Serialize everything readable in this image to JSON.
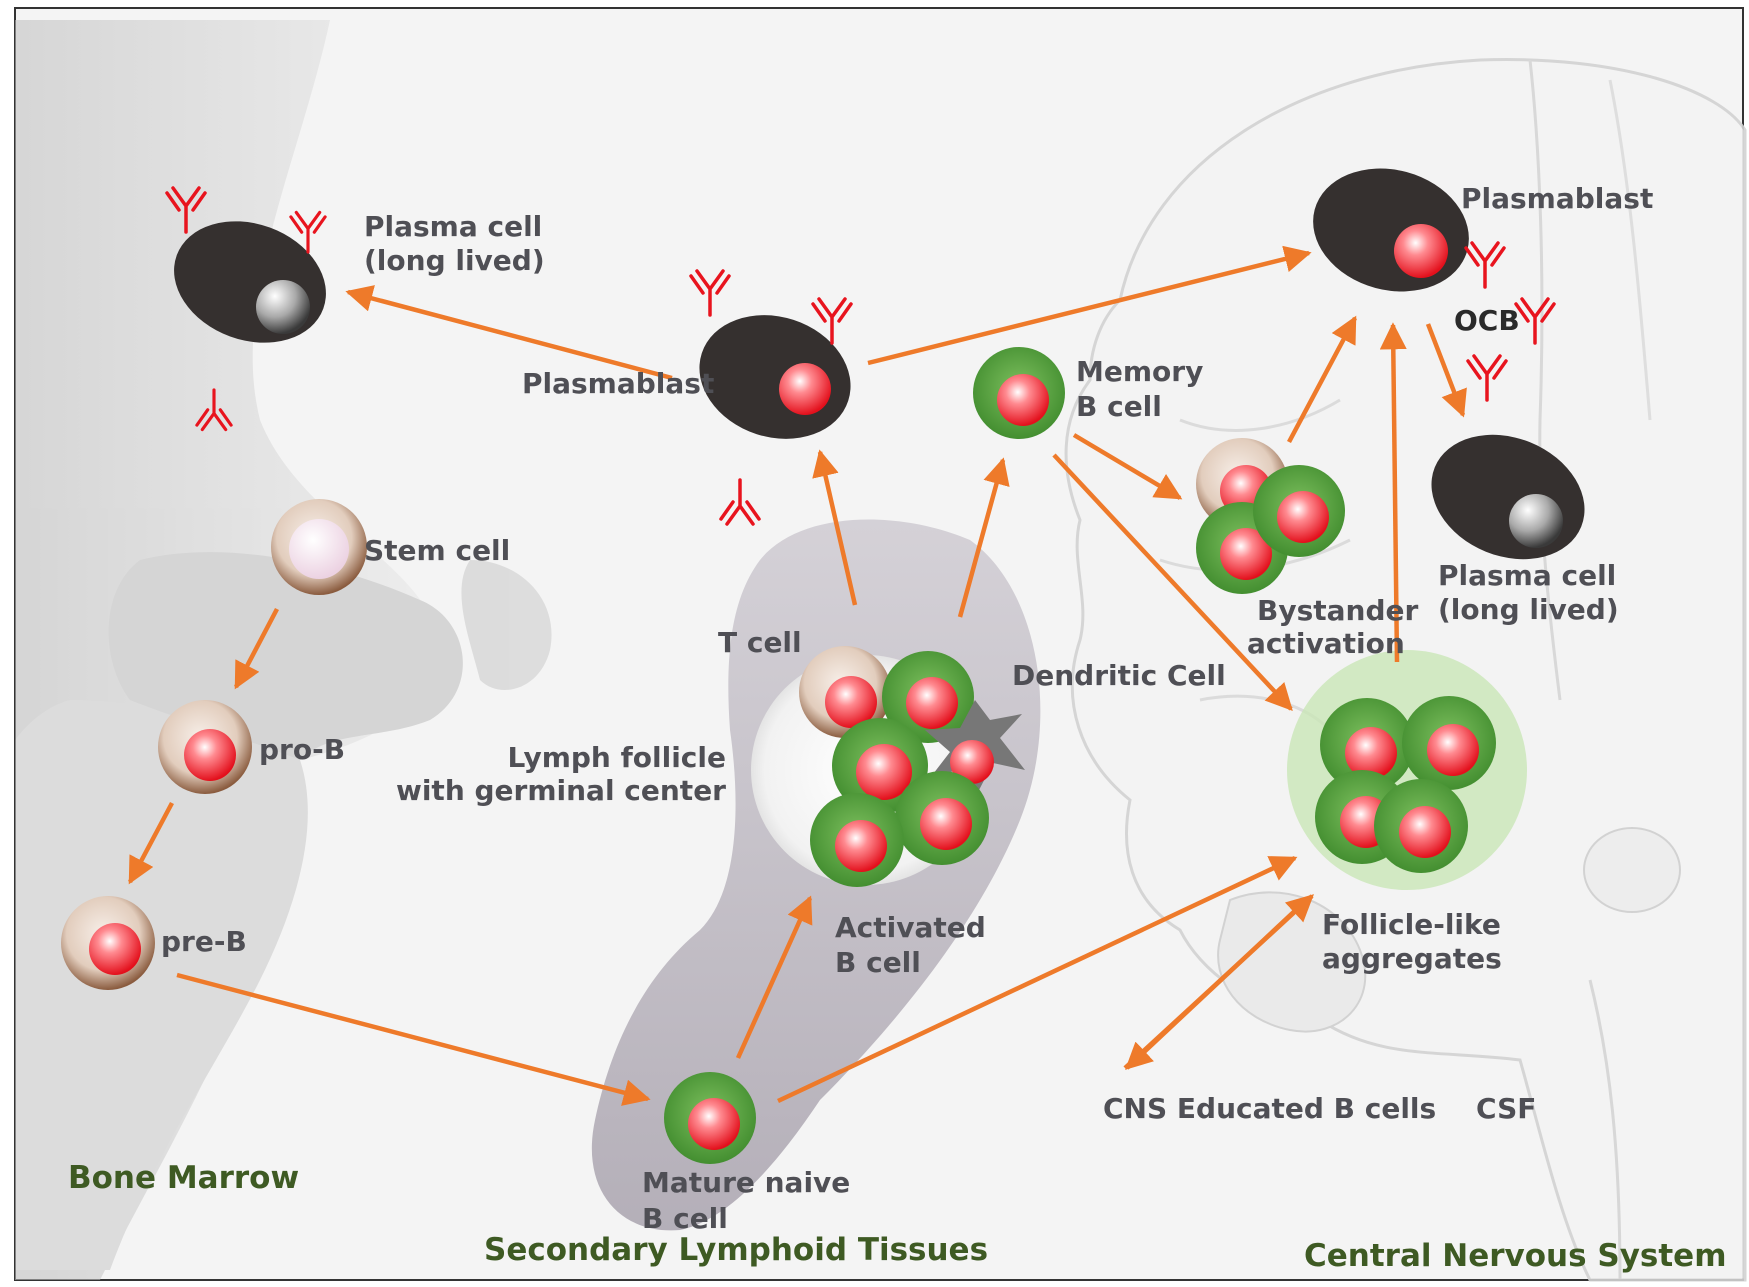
{
  "colors": {
    "arrow": "#ee7a2a",
    "label": "#4f4f55",
    "region_label": "#3e5a23",
    "antibody": "#e8141e",
    "b_cell_ring": "#4f9a37",
    "plasma_cell": "#35302f",
    "nucleus": "#ff3b44"
  },
  "regions": {
    "bone_marrow": "Bone Marrow",
    "secondary_lymphoid": "Secondary Lymphoid Tissues",
    "cns": "Central Nervous System"
  },
  "labels": {
    "plasma_cell_bm": [
      "Plasma cell",
      "(long lived)"
    ],
    "stem_cell": "Stem cell",
    "pro_b": "pro-B",
    "pre_b": "pre-B",
    "plasmablast_sl": "Plasmablast",
    "t_cell": "T cell",
    "dendritic_cell": "Dendritic Cell",
    "lymph_follicle": [
      "Lymph follicle",
      "with germinal center"
    ],
    "activated_b": [
      "Activated",
      "B cell"
    ],
    "mature_naive": [
      "Mature naive",
      "B cell"
    ],
    "memory_b": [
      "Memory",
      "B cell"
    ],
    "plasmablast_cns": "Plasmablast",
    "ocb": "OCB",
    "plasma_cell_cns": [
      "Plasma cell",
      "(long lived)"
    ],
    "bystander": [
      "Bystander",
      "activation"
    ],
    "follicle_like": [
      "Follicle-like",
      "aggregates"
    ],
    "cns_educated": "CNS Educated B cells",
    "csf": "CSF"
  }
}
